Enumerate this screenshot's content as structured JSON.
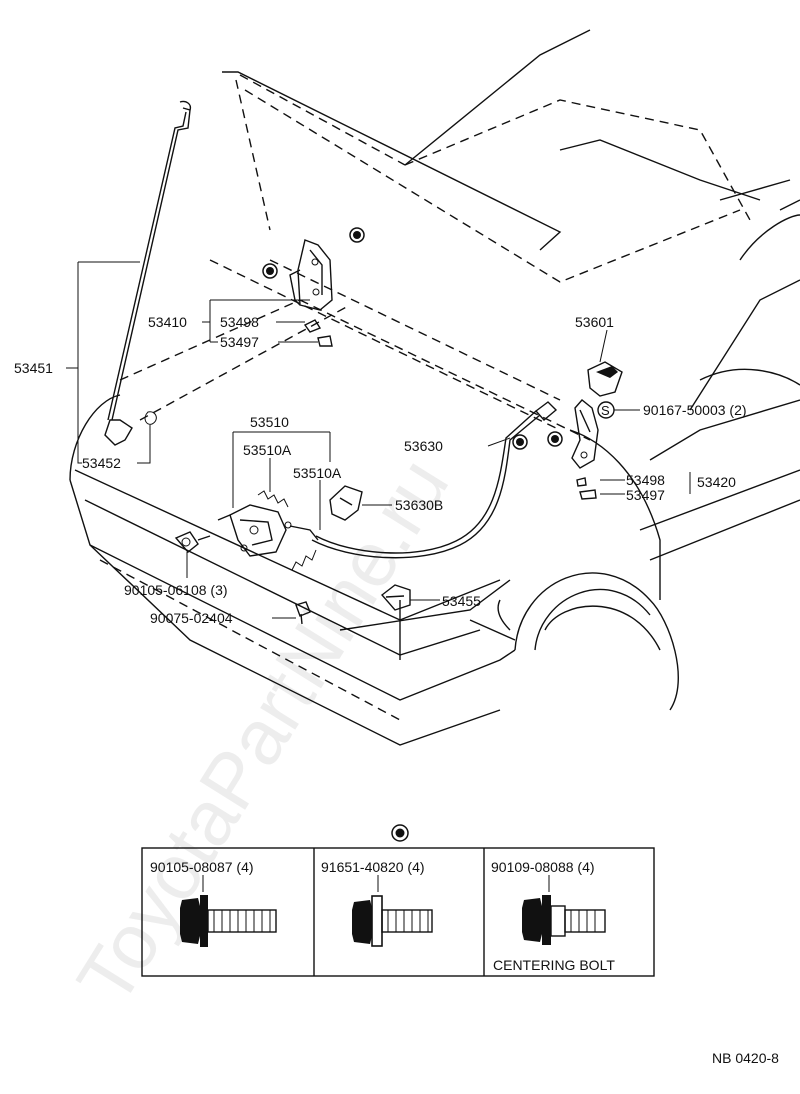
{
  "watermark": "ToyotaPartNine.ru",
  "parts": {
    "p53451": "53451",
    "p53452": "53452",
    "p53410": "53410",
    "p53498_left": "53498",
    "p53497_left": "53497",
    "p53510": "53510",
    "p53510A_1": "53510A",
    "p53510A_2": "53510A",
    "p53630B": "53630B",
    "p53630": "53630",
    "p53601": "53601",
    "p90167": "90167-50003 (2)",
    "p53498_right": "53498",
    "p53420": "53420",
    "p53497_right": "53497",
    "p90105_06108": "90105-06108 (3)",
    "p90075": "90075-02404",
    "p53455": "53455"
  },
  "s_marker": "S",
  "bolt_table": {
    "cells": [
      {
        "part": "90105-08087 (4)",
        "caption": ""
      },
      {
        "part": "91651-40820 (4)",
        "caption": ""
      },
      {
        "part": "90109-08088 (4)",
        "caption": "CENTERING BOLT"
      }
    ]
  },
  "footer": {
    "code": "NB 0420-8"
  }
}
